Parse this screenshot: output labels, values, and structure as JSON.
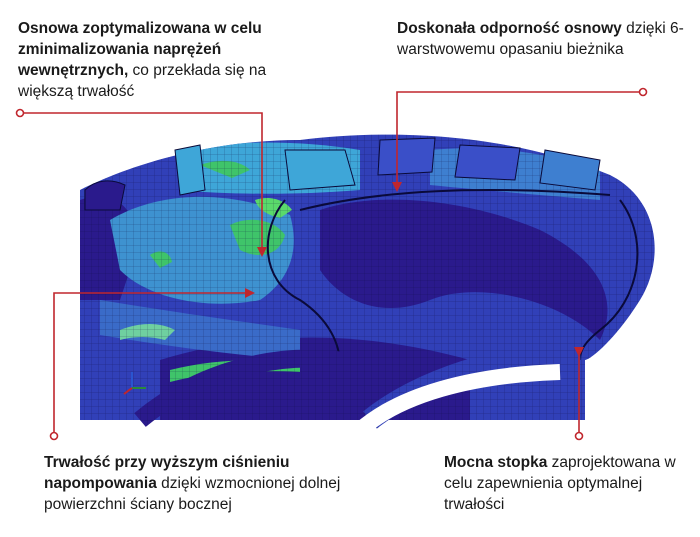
{
  "callouts": {
    "top_left": {
      "bold": "Osnowa zoptymalizowana w celu zminimalizowania naprężeń wewnętrznych,",
      "normal": " co przekłada się na większą trwałość"
    },
    "top_right": {
      "bold": "Doskonała odporność osnowy",
      "normal": " dzięki 6-warstwowemu opasaniu bieżnika"
    },
    "bottom_left": {
      "bold": "Trwałość przy wyższym ciśnieniu napompowania",
      "normal": " dzięki wzmocnionej dolnej powierzchni ściany bocznej"
    },
    "bottom_right": {
      "bold": "Mocna stopka",
      "normal": " zaprojektowana w celu zapewnienia optymalnej trwałości"
    }
  },
  "colors": {
    "leader": "#c0262d",
    "mesh_deep": "#2a1a8c",
    "mesh_blue": "#3a4fc8",
    "mesh_light": "#3ea6d8",
    "mesh_green": "#3fc46a"
  }
}
